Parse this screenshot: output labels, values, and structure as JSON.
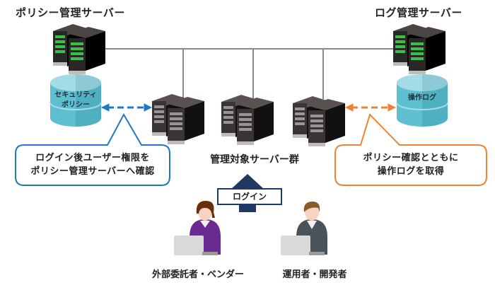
{
  "titles": {
    "policy_server": "ポリシー管理サーバー",
    "log_server": "ログ管理サーバー"
  },
  "databases": {
    "security_policy": [
      "セキュリティ",
      "ポリシー"
    ],
    "operation_log": [
      "操作ログ"
    ]
  },
  "managed_servers_label": "管理対象サーバー群",
  "bubbles": {
    "left": [
      "ログイン後ユーザー権限を",
      "ポリシー管理サーバーへ確認"
    ],
    "right": [
      "ポリシー確認とともに",
      "操作ログを取得"
    ]
  },
  "login_label": "ログイン",
  "users": {
    "vendor": "外部委託者・ベンダー",
    "operator": "運用者・開発者"
  },
  "colors": {
    "network_line": "#8a8a8a",
    "left_accent": "#1f78c1",
    "right_accent": "#ee8433",
    "arrow": "#1f3864",
    "db_light": "#8fd2de",
    "db_mid": "#5cc0d1",
    "server_dark": "#2b2727",
    "vendor_shirt": "#6b2a8f",
    "operator_shirt": "#4a525c"
  }
}
